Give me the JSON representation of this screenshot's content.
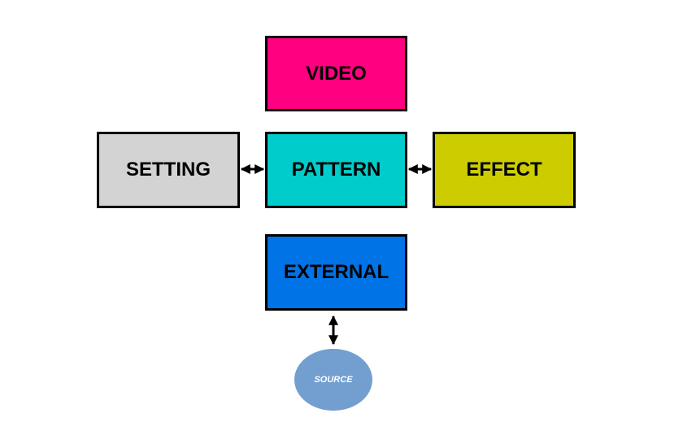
{
  "nodes": {
    "video": {
      "label": "VIDEO",
      "color": "#ff0080"
    },
    "setting": {
      "label": "SETTING",
      "color": "#d3d3d3"
    },
    "pattern": {
      "label": "PATTERN",
      "color": "#00cccc"
    },
    "effect": {
      "label": "EFFECT",
      "color": "#cccc00"
    },
    "external": {
      "label": "EXTERNAL",
      "color": "#0073e6"
    },
    "source": {
      "label": "SOURCE",
      "color": "#729fcf"
    }
  },
  "edges": [
    {
      "from": "setting",
      "to": "pattern",
      "direction": "both"
    },
    {
      "from": "pattern",
      "to": "effect",
      "direction": "both"
    },
    {
      "from": "external",
      "to": "source",
      "direction": "both"
    }
  ]
}
